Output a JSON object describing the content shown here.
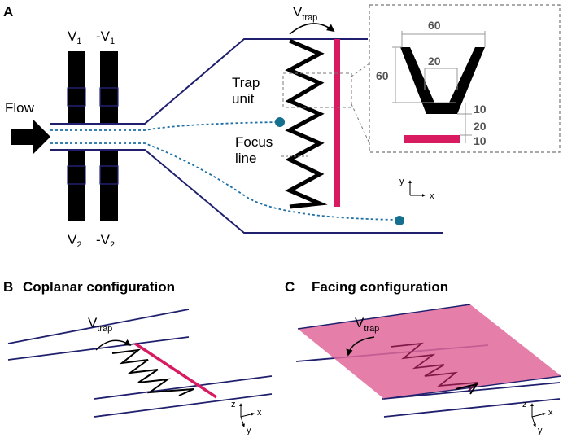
{
  "panel_a": {
    "label": "A",
    "flow": "Flow",
    "v1": "V",
    "v1_sub": "1",
    "minus_v1": "-V",
    "minus_v1_sub": "1",
    "v2": "V",
    "v2_sub": "2",
    "minus_v2": "-V",
    "minus_v2_sub": "2",
    "vtrap": "V",
    "vtrap_sub": "trap",
    "trap_unit_line1": "Trap",
    "trap_unit_line2": "unit",
    "focus_line1": "Focus",
    "focus_line2": "line",
    "inset": {
      "dim_top": "60",
      "dim_left": "60",
      "dim_inner": "20",
      "dim_gap1": "10",
      "dim_gap2": "20",
      "dim_bar": "10"
    },
    "axes": {
      "y": "y",
      "x": "x"
    }
  },
  "panel_b": {
    "label": "B",
    "title": "Coplanar configuration",
    "vtrap": "V",
    "vtrap_sub": "trap",
    "axes": {
      "z": "z",
      "x": "x",
      "y": "y"
    }
  },
  "panel_c": {
    "label": "C",
    "title": "Facing configuration",
    "vtrap": "V",
    "vtrap_sub": "trap",
    "axes": {
      "z": "z",
      "x": "x",
      "y": "y"
    }
  },
  "colors": {
    "channel": "#1f1f6e",
    "electrode": "#000000",
    "trap_bar": "#d81b60",
    "stream": "#1d6fa5",
    "bead": "#156f8f",
    "dashed_box": "#777777",
    "facing_plane": "#e0699a"
  }
}
